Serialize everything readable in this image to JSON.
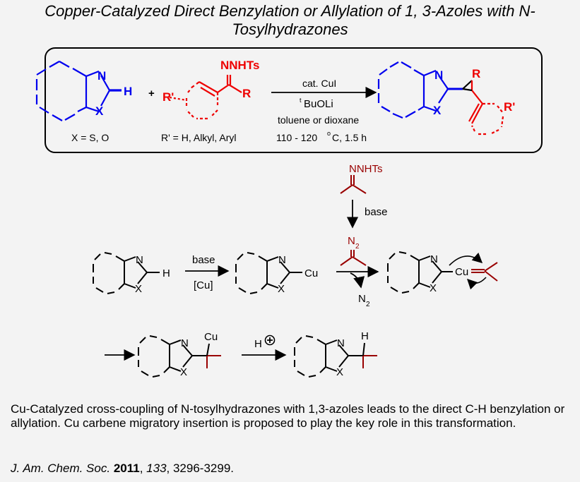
{
  "title": {
    "line1": "Copper-Catalyzed Direct Benzylation or Allylation of 1, 3-Azoles with N-",
    "line2": "Tosylhydrazones"
  },
  "colors": {
    "blue": "#0000ee",
    "red": "#ee0000",
    "darkred": "#990000",
    "black": "#000000"
  },
  "scheme": {
    "azole_n": "N",
    "azole_x": "X",
    "azole_h": "H",
    "plus": "+",
    "nnhts": "NNHTs",
    "r": "R",
    "r_prime": "R'",
    "x_note": "X = S, O",
    "r_note": "R' = H, Alkyl, Aryl",
    "cond_1": "cat. CuI",
    "cond_2_sup": "t",
    "cond_2": "BuOLi",
    "cond_3": "toluene or dioxane",
    "cond_4a": "110 - 120 ",
    "cond_4_sup": "o",
    "cond_4b": "C, 1.5 h"
  },
  "mechanism": {
    "nnhts": "NNHTs",
    "base": "base",
    "n2_main": "N",
    "n2_sub": "2",
    "cu": "Cu",
    "cu_bracket": "[Cu]",
    "h": "H",
    "h_plus": "H",
    "n": "N",
    "x": "X"
  },
  "caption": "Cu-Catalyzed cross-coupling of N-tosylhydrazones with 1,3-azoles leads to the direct C-H benzylation or allylation. Cu carbene migratory insertion is proposed to play the key role in this transformation.",
  "citation": {
    "journal": "J. Am. Chem. Soc.",
    "year": "2011",
    "volume": "133",
    "pages": ", 3296-3299."
  }
}
